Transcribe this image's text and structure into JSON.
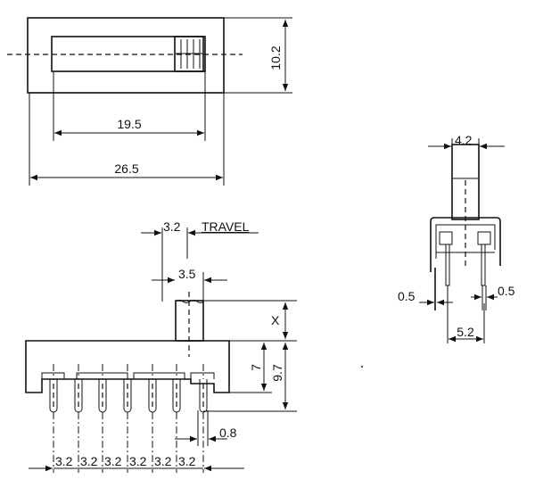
{
  "top_view": {
    "dim_height": "10.2",
    "dim_slot": "19.5",
    "dim_length": "26.5"
  },
  "front_view": {
    "dim_travel": "3.2",
    "travel_label": "TRAVEL",
    "dim_actuator": "3.5",
    "dim_x": "X",
    "dim_body": "7",
    "dim_total": "9.7",
    "dim_pin": "0.8",
    "pitch_labels": [
      "3.2",
      "3.2",
      "3.2",
      "3.2",
      "3.2",
      "3.2"
    ]
  },
  "side_view": {
    "dim_actuator": "4.2",
    "dim_pin_left": "0.5",
    "dim_pin_right": "0.5",
    "dim_pin_spacing": "5.2"
  }
}
